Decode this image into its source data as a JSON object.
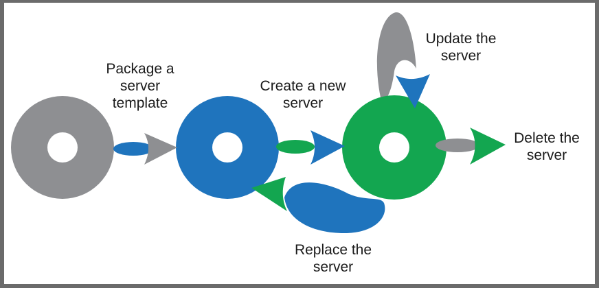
{
  "colors": {
    "gray": "#8e8f92",
    "blue": "#1f74bd",
    "green": "#13a650",
    "frame_border": "#6b6b6b"
  },
  "labels": {
    "package": [
      "Package a",
      "server",
      "template"
    ],
    "create": [
      "Create a new",
      "server"
    ],
    "update": [
      "Update the",
      "server"
    ],
    "delete": [
      "Delete the",
      "server"
    ],
    "replace": [
      "Replace the",
      "server"
    ]
  },
  "nodes": [
    {
      "name": "template-ring",
      "color": "gray"
    },
    {
      "name": "new-server-ring",
      "color": "blue"
    },
    {
      "name": "running-server-ring",
      "color": "green"
    }
  ]
}
